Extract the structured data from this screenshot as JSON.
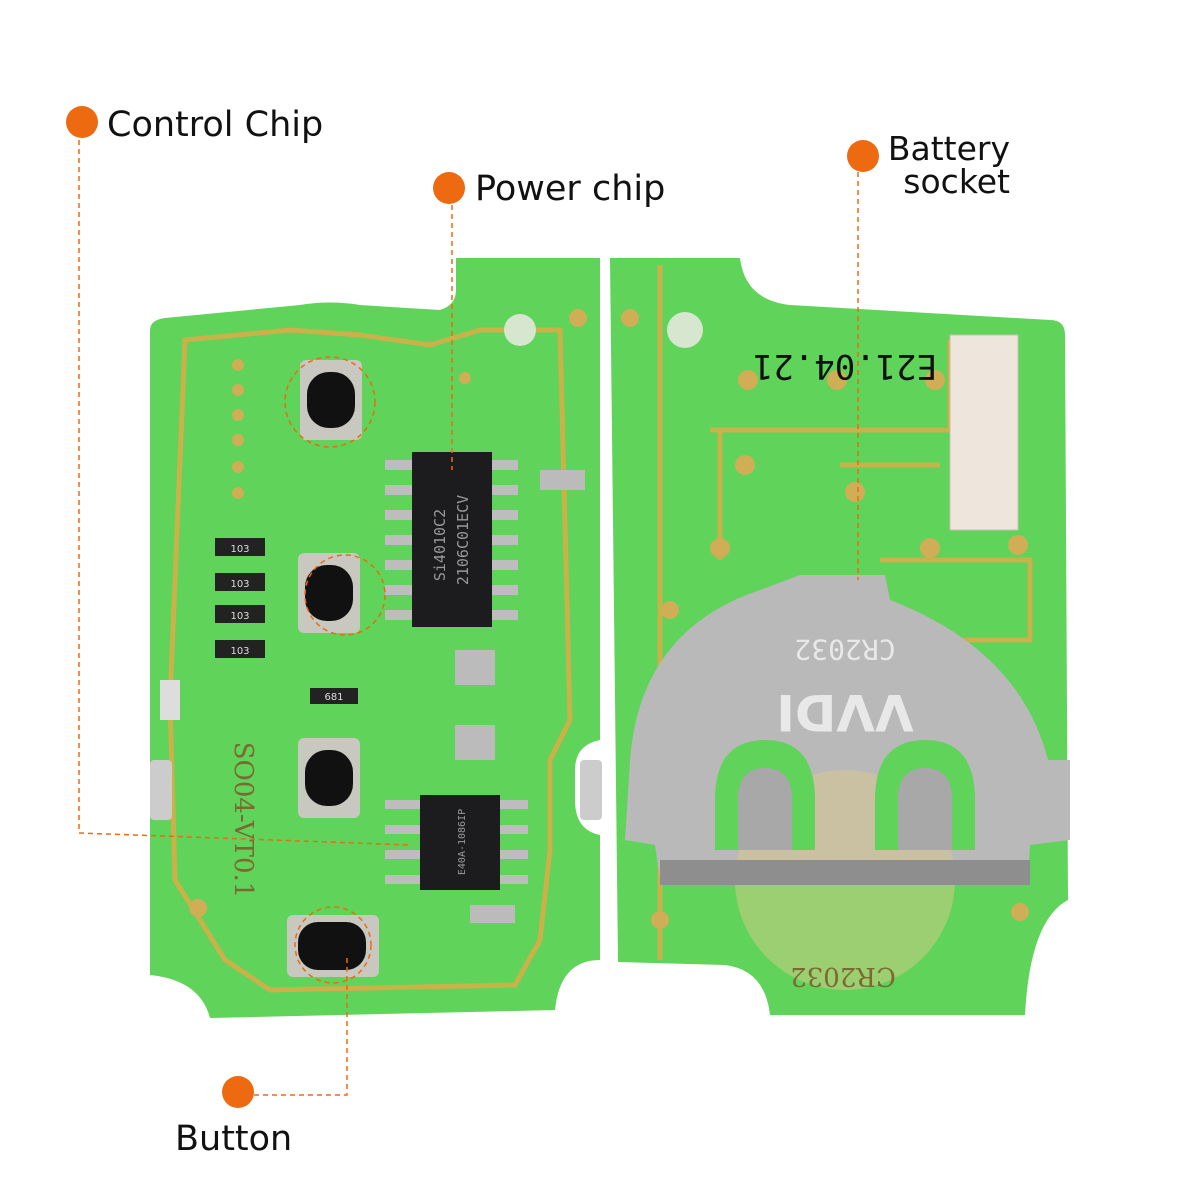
{
  "colors": {
    "accent": "#ee6a10",
    "pcb_green": "#5fd35a",
    "trace_gold": "#c9b24a",
    "metal": "#b9b9b9"
  },
  "labels": {
    "control_chip": "Control Chip",
    "power_chip": "Power chip",
    "battery_socket_line1": "Battery",
    "battery_socket_line2": "socket",
    "button": "Button"
  },
  "board_markings": {
    "board_id": "SO04-VT0.1",
    "chip_line1": "Si4010C2",
    "chip_line2": "2106C01ECV",
    "small_chip": "E40A-1086IP",
    "date_code": "E21.04.21",
    "battery_model": "CR2032",
    "battery_brand": "VVDI",
    "resistor": "103",
    "resistor2": "681"
  }
}
